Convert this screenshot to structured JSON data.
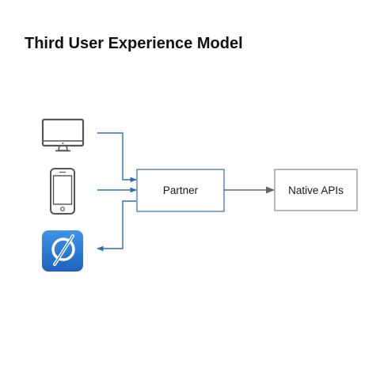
{
  "title": "Third User Experience Model",
  "nodes": {
    "partner": {
      "label": "Partner"
    },
    "native_apis": {
      "label": "Native APIs"
    }
  },
  "icons": {
    "desktop": "desktop-monitor-icon",
    "phone": "smartphone-icon",
    "app": "partner-app-icon"
  },
  "colors": {
    "flow_line": "#2f6fb1",
    "api_line": "#666666",
    "box_border_partner": "#2f6fb1",
    "box_border_api": "#8a8a8a",
    "device_stroke": "#555555",
    "app_icon_bg": "#2b7bd6"
  }
}
